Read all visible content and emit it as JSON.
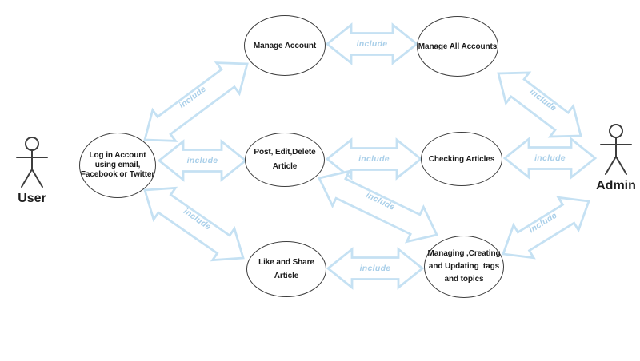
{
  "diagram": {
    "actors": [
      {
        "id": "user",
        "label": "User"
      },
      {
        "id": "admin",
        "label": "Admin"
      }
    ],
    "use_cases": [
      {
        "id": "login",
        "label": "Log in Account\nusing email,\nFacebook or Twitter"
      },
      {
        "id": "manage_account",
        "label": "Manage Account"
      },
      {
        "id": "manage_all_accounts",
        "label": "Manage All Accounts"
      },
      {
        "id": "post_edit_delete",
        "label": "Post, Edit,Delete\nArticle"
      },
      {
        "id": "checking_articles",
        "label": "Checking Articles"
      },
      {
        "id": "like_share",
        "label": "Like and Share\nArticle"
      },
      {
        "id": "managing_tags",
        "label": "Managing ,Creating\nand Updating  tags\nand topics"
      }
    ],
    "connections": [
      {
        "from": "login",
        "to": "manage_account",
        "label": "include"
      },
      {
        "from": "login",
        "to": "post_edit_delete",
        "label": "include"
      },
      {
        "from": "login",
        "to": "like_share",
        "label": "include"
      },
      {
        "from": "manage_account",
        "to": "manage_all_accounts",
        "label": "include"
      },
      {
        "from": "manage_all_accounts",
        "to": "admin",
        "label": "include"
      },
      {
        "from": "post_edit_delete",
        "to": "checking_articles",
        "label": "include"
      },
      {
        "from": "checking_articles",
        "to": "admin",
        "label": "include"
      },
      {
        "from": "post_edit_delete",
        "to": "managing_tags",
        "label": "include"
      },
      {
        "from": "like_share",
        "to": "managing_tags",
        "label": "include"
      },
      {
        "from": "managing_tags",
        "to": "admin",
        "label": "include"
      }
    ],
    "colors": {
      "background": "#ffffff",
      "arrow_stroke": "#c5e1f3",
      "arrow_fill": "#ffffff",
      "include_label": "#a9cfe9",
      "shape_stroke": "#3d3d3d",
      "text": "#1c1c1c"
    }
  }
}
